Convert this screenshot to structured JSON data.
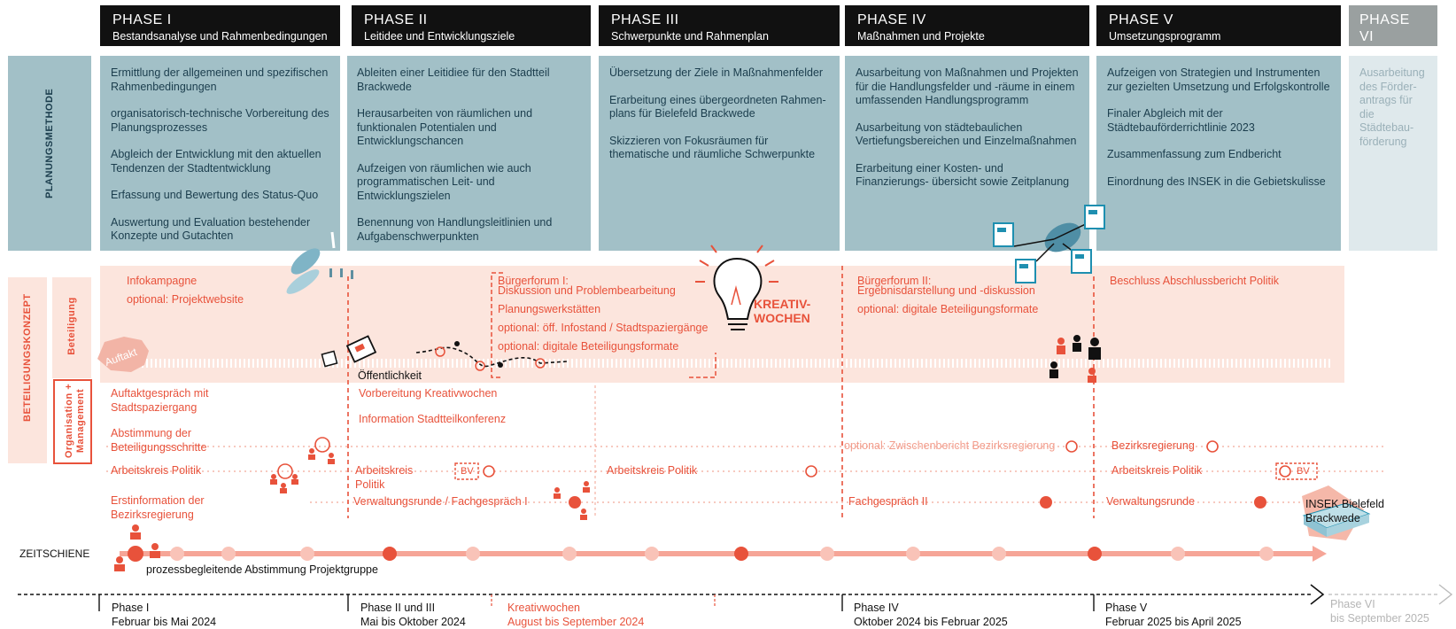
{
  "phases": [
    {
      "title": "PHASE I",
      "subtitle": "Bestandsanalyse und Rahmenbedingungen"
    },
    {
      "title": "PHASE II",
      "subtitle": "Leitidee und Entwicklungsziele"
    },
    {
      "title": "PHASE III",
      "subtitle": "Schwerpunkte und Rahmenplan"
    },
    {
      "title": "PHASE IV",
      "subtitle": "Maßnahmen und Projekte"
    },
    {
      "title": "PHASE V",
      "subtitle": "Umsetzungsprogramm"
    },
    {
      "title": "PHASE VI",
      "subtitle": "Förderantrag"
    }
  ],
  "row_labels": {
    "planungsmethode": "PLANUNGSMETHODE",
    "beteiligungskonzept": "BETEILIGUNGSKONZEPT",
    "beteiligung": "Beteiligung",
    "organisation_line1": "Organisation +",
    "organisation_line2": "Management",
    "zeitschiene": "ZEITSCHIENE"
  },
  "method": [
    [
      "Ermittlung der allgemeinen und spezifischen Rahmenbedingungen",
      "organisatorisch-technische Vorbereitung des Planungsprozesses",
      "Abgleich der Entwicklung mit den aktuellen Tendenzen der Stadtentwicklung",
      "Erfassung und Bewertung des Status-Quo",
      "Auswertung und Evaluation bestehender Konzepte und Gutachten"
    ],
    [
      "Ableiten einer Leitidiee für den Stadtteil Brackwede",
      "Herausarbeiten von räumlichen und funktionalen Potentialen und Entwicklungschancen",
      "Aufzeigen von räumlichen wie auch programmatischen Leit- und Entwicklungszielen",
      "Benennung von Handlungsleitlinien und Aufgabenschwerpunkten"
    ],
    [
      "Übersetzung der Ziele in Maßnahmenfelder",
      "Erarbeitung eines übergeordneten Rahmen- plans für Bielefeld Brackwede",
      "Skizzieren von Fokusräumen für thematische und räumliche Schwerpunkte"
    ],
    [
      "Ausarbeitung von Maßnahmen und Projekten für die Handlungsfelder und -räume in einem umfassenden Handlungsprogramm",
      "Ausarbeitung von städtebaulichen Vertiefungsbereichen und Einzelmaßnahmen",
      "Erarbeitung einer Kosten- und Finanzierungs- übersicht sowie Zeitplanung"
    ],
    [
      "Aufzeigen von Strategien und Instrumenten zur gezielten Umsetzung und Erfolgskontrolle",
      "Finaler Abgleich mit der Städtebauförderrichtlinie 2023",
      "Zusammenfassung zum Endbericht",
      "Einordnung des INSEK in die Gebietskulisse"
    ],
    [
      "Ausarbeitung des Förder- antrags für die Städtebau- förderung"
    ]
  ],
  "beteiligung": {
    "infokampagne": "Infokampagne",
    "projektwebsite": "optional: Projektwebsite",
    "auftakt": "Auftakt",
    "oeffentlichkeit": "Öffentlichkeit",
    "forum1_title": "Bürgerforum I:",
    "forum1_sub": "Diskussion und Problembearbeitung",
    "werkstaetten": "Planungswerkstätten",
    "infostand": "optional: öff. Infostand / Stadtspaziergänge",
    "digital1": "optional: digitale Beteiligungsformate",
    "kreativ1": "KREATIV-",
    "kreativ2": "WOCHEN",
    "forum2_title": "Bürgerforum II:",
    "forum2_sub": "Ergebnisdarstellung und -diskussion",
    "digital2": "optional: digitale Beteiligungsformate",
    "beschluss": "Beschluss Abschlussbericht Politik"
  },
  "organisation": {
    "auftaktgespraech": "Auftaktgespräch mit Stadtspaziergang",
    "abstimmung": "Abstimmung der Beteiligungsschritte",
    "arbeitskreis": "Arbeitskreis Politik",
    "erstinformation": "Erstinformation der Bezirksregierung",
    "vorbereitung": "Vorbereitung Kreativwochen",
    "information": "Information Stadtteilkonferenz",
    "arbeitskreis2": "Arbeitskreis Politik",
    "bv": "BV",
    "verwaltungsrunde": "Verwaltungsrunde / Fachgespräch I",
    "arbeitskreis3": "Arbeitskreis Politik",
    "zwischenbericht": "optional: Zwischenbericht Bezirksregierung",
    "fachgespraech2": "Fachgespräch II",
    "bezirksregierung": "Bezirksregierung",
    "arbeitskreis4": "Arbeitskreis Politik",
    "bv2": "BV",
    "verwaltungsrunde2": "Verwaltungsrunde",
    "insek1": "INSEK Bielefeld",
    "insek2": "Brackwede"
  },
  "zeitschiene": {
    "projektgruppe": "prozessbegleitende Abstimmung Projektgruppe"
  },
  "timeline": [
    {
      "name": "Phase I",
      "dates": "Februar bis Mai 2024"
    },
    {
      "name": "Phase II und III",
      "dates": "Mai bis Oktober  2024"
    },
    {
      "name": "Kreativwochen",
      "dates": "August bis September  2024"
    },
    {
      "name": "Phase IV",
      "dates": "Oktober 2024 bis Februar 2025"
    },
    {
      "name": "Phase V",
      "dates": "Februar 2025 bis April 2025"
    },
    {
      "name": "Phase VI",
      "dates": "bis September 2025"
    }
  ],
  "colors": {
    "accent": "#e8523b",
    "teal": "#a2c0c7",
    "peach": "#fce5dd",
    "dark": "#111111"
  }
}
